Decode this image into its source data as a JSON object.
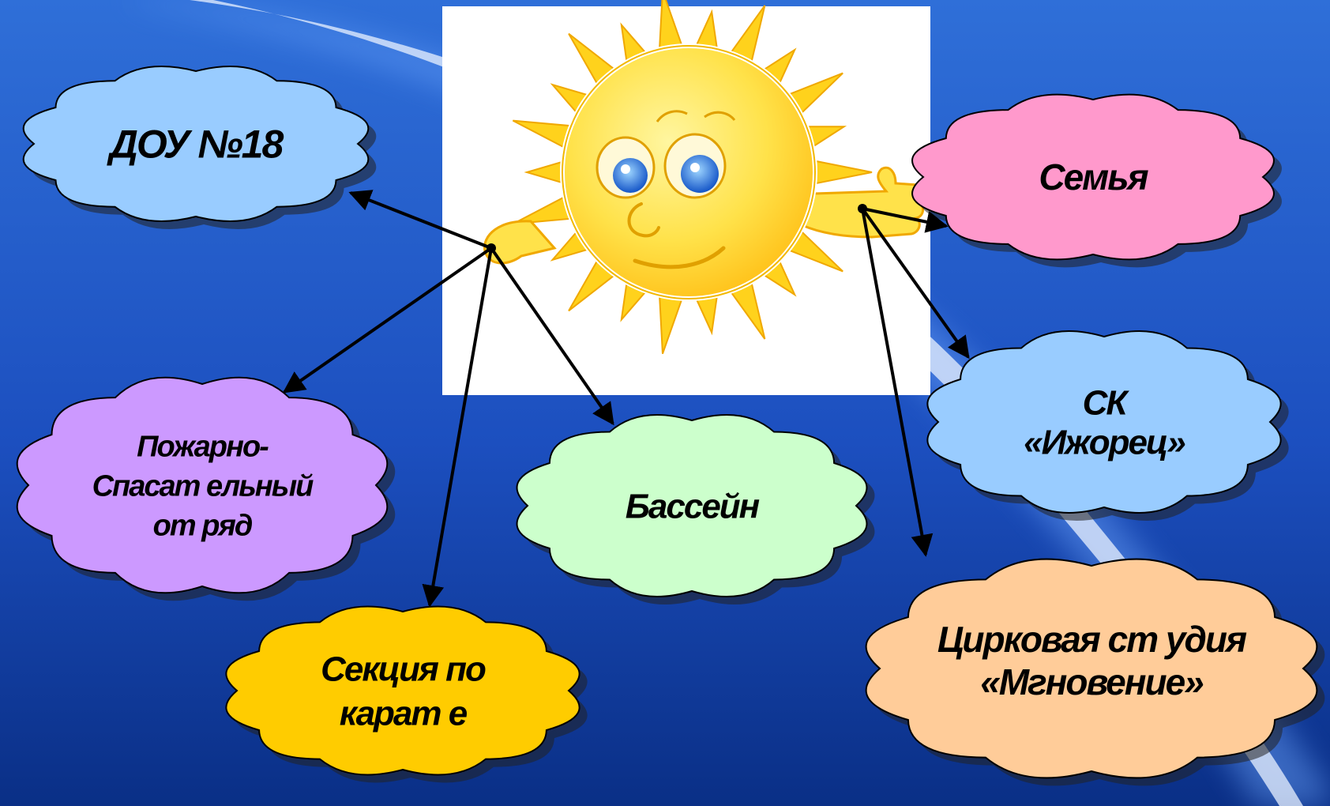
{
  "colors": {
    "background_top": "#2f6fd8",
    "background_bottom": "#0a2f86",
    "arc_glow": "#eaf2ff",
    "sun_panel": "#ffffff",
    "sun_fill": "#ffe24a",
    "sun_ray": "#ffd21c",
    "arrow": "#000000"
  },
  "sun": {
    "icon": "smiling-sun-icon"
  },
  "nodes": {
    "dou": {
      "lines": [
        "ДОУ №18"
      ],
      "color": "#99ccff"
    },
    "semya": {
      "lines": [
        "Семья"
      ],
      "color": "#ff99cc"
    },
    "pozhar": {
      "lines": [
        "Пожарно-",
        "Спасат ельный",
        "от ряд"
      ],
      "color": "#cc99ff"
    },
    "basseyn": {
      "lines": [
        "Бассейн"
      ],
      "color": "#ccffcc"
    },
    "sk": {
      "lines": [
        "СК",
        "«Ижорец»"
      ],
      "color": "#99ccff"
    },
    "karate": {
      "lines": [
        "Секция по",
        "карат е"
      ],
      "color": "#ffcc00"
    },
    "circus": {
      "lines": [
        "Цирковая ст удия",
        "«Мгновение»"
      ],
      "color": "#ffcc99"
    }
  }
}
